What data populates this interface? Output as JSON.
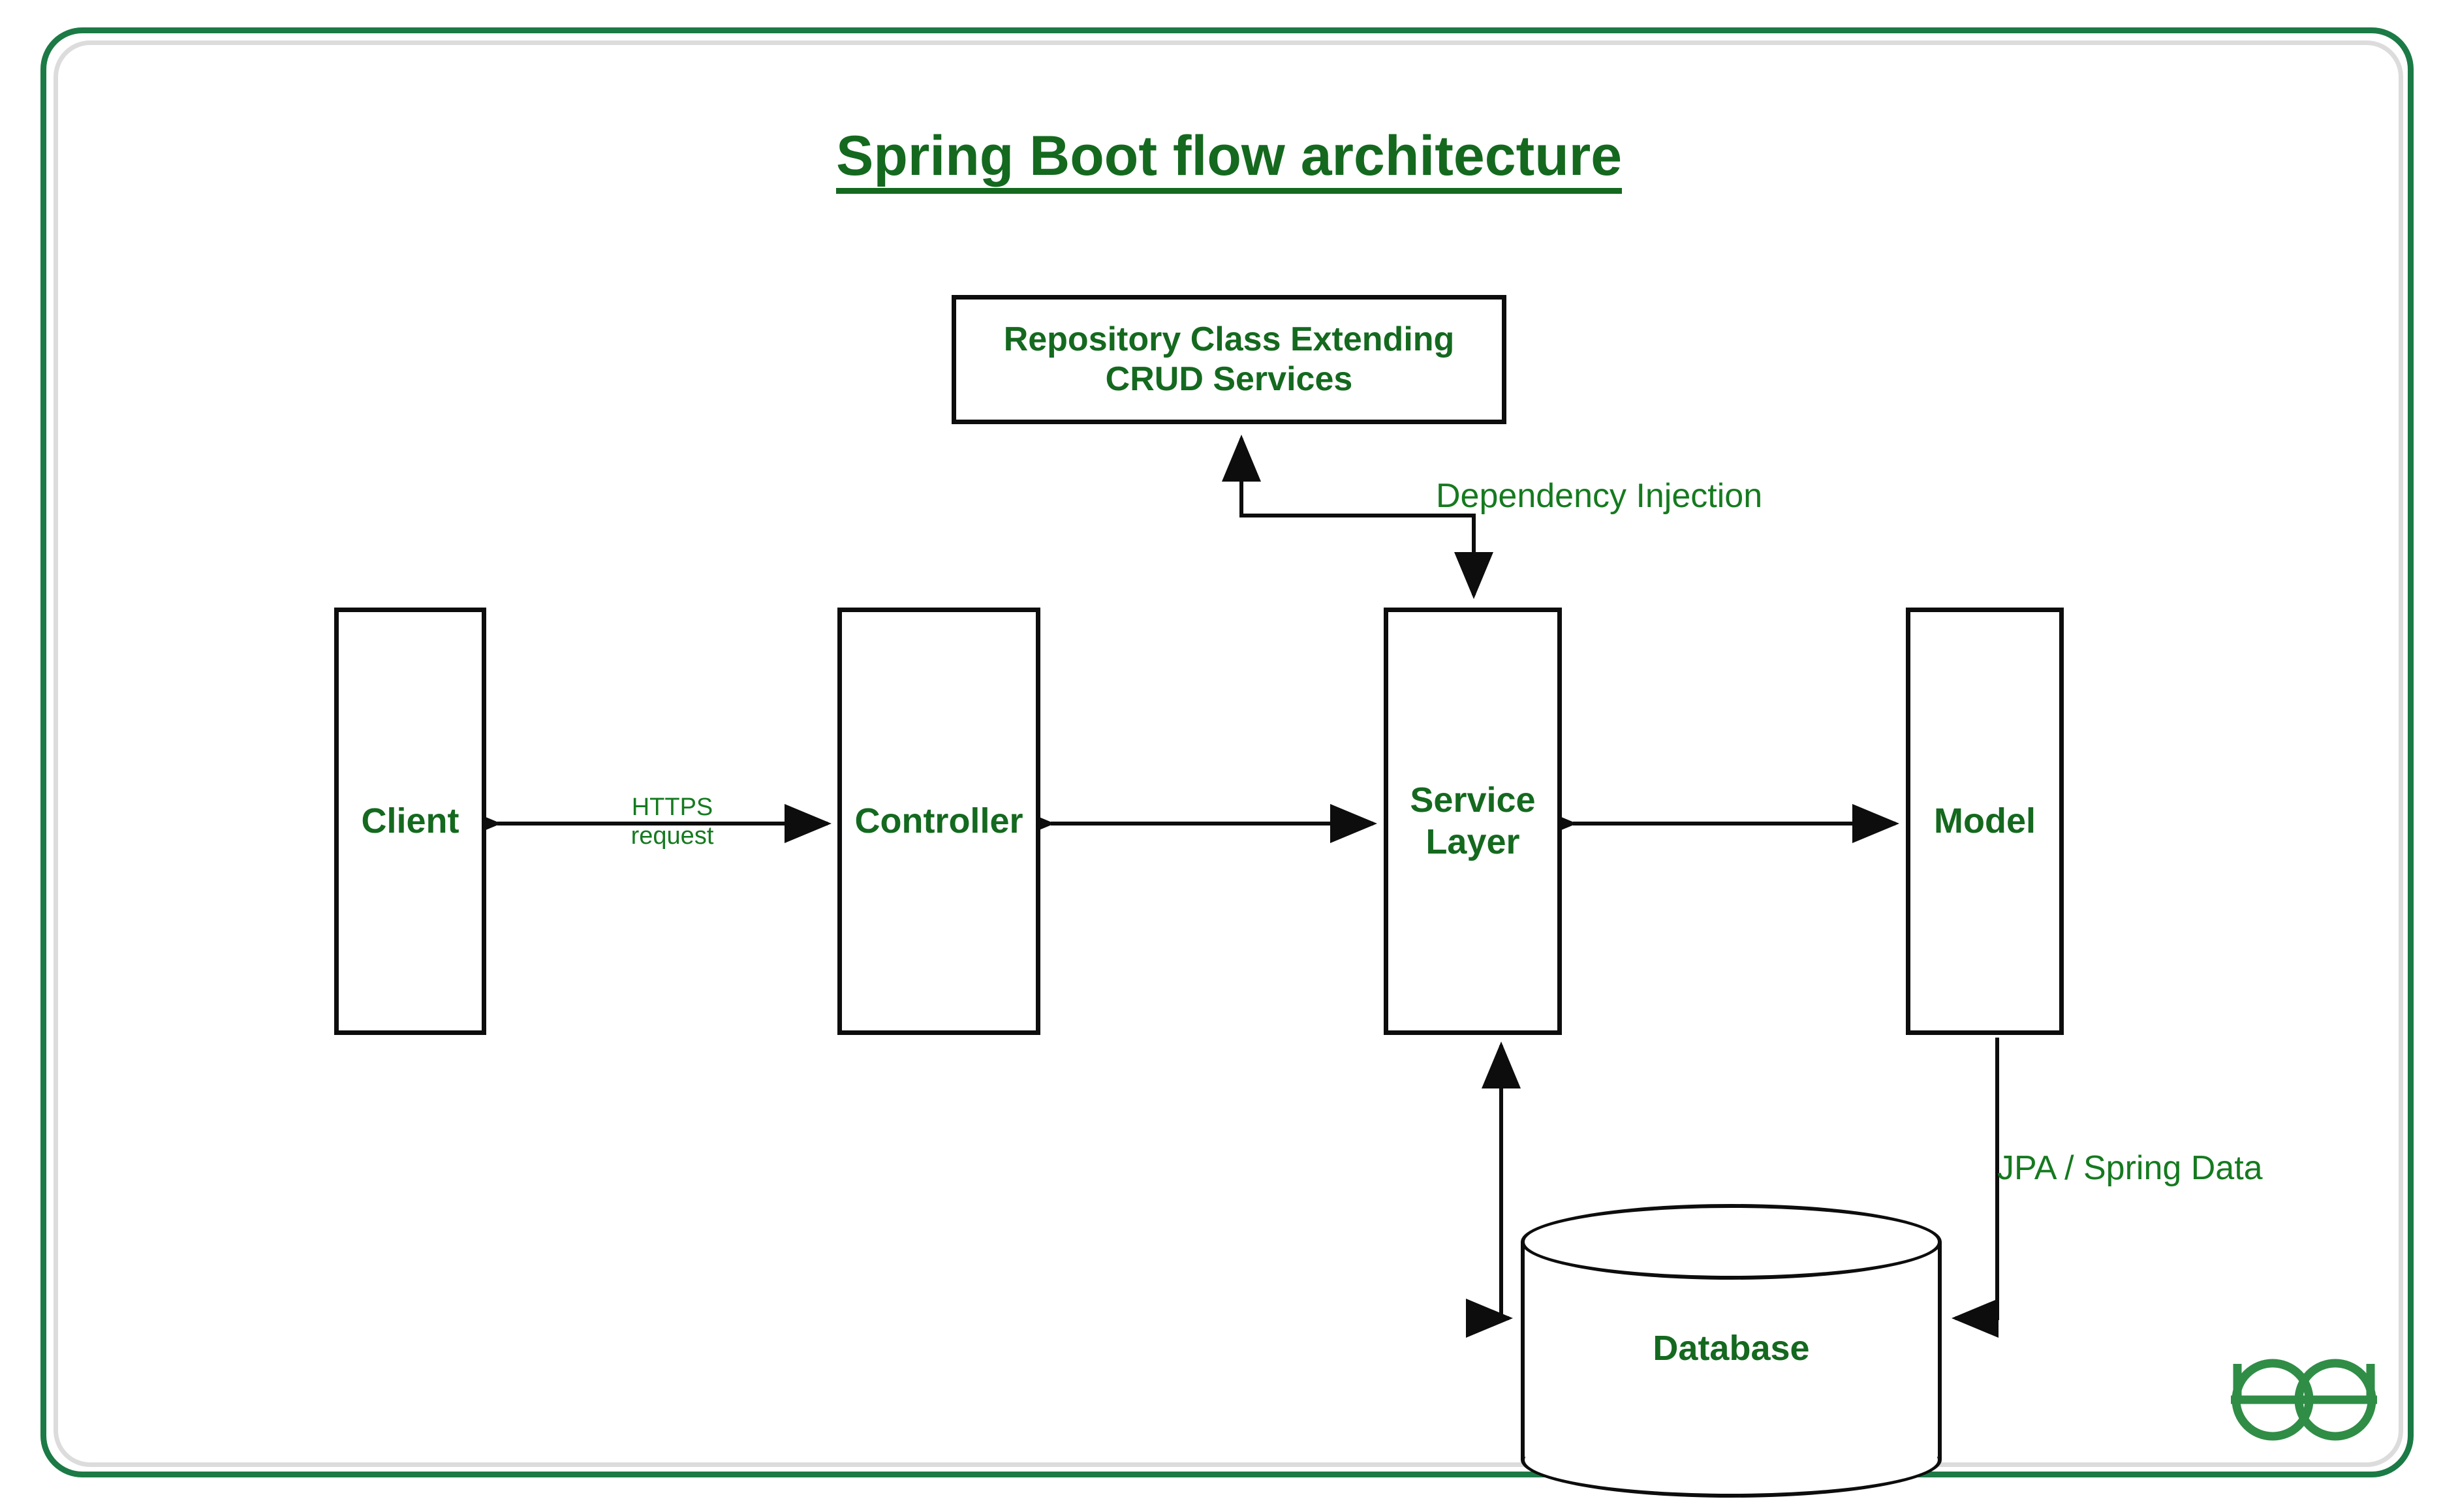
{
  "page": {
    "title": "Spring Boot flow architecture",
    "accent_green": "#14691f",
    "frame_green": "#1b7a45",
    "frame_gray": "#dcdcdc",
    "line_black": "#0d0d0d",
    "logo_green": "#2f8d46"
  },
  "nodes": {
    "repository": {
      "line1": "Repository Class Extending",
      "line2": "CRUD Services"
    },
    "client": {
      "label": "Client"
    },
    "controller": {
      "label": "Controller"
    },
    "service": {
      "line1": "Service",
      "line2": "Layer"
    },
    "model": {
      "label": "Model"
    },
    "database": {
      "label": "Database"
    }
  },
  "edges": {
    "client_controller": {
      "label": "HTTPS\nrequest",
      "arrows": "both"
    },
    "controller_service": {
      "label": "",
      "arrows": "both"
    },
    "service_model": {
      "label": "",
      "arrows": "both"
    },
    "repository_service": {
      "label": "Dependency Injection",
      "arrows": "both"
    },
    "service_database": {
      "label": "",
      "arrows": "both"
    },
    "model_database": {
      "label": "JPA / Spring Data",
      "arrows": "one"
    }
  },
  "logo": {
    "name": "geeksforgeeks-logo",
    "text": "GG"
  }
}
